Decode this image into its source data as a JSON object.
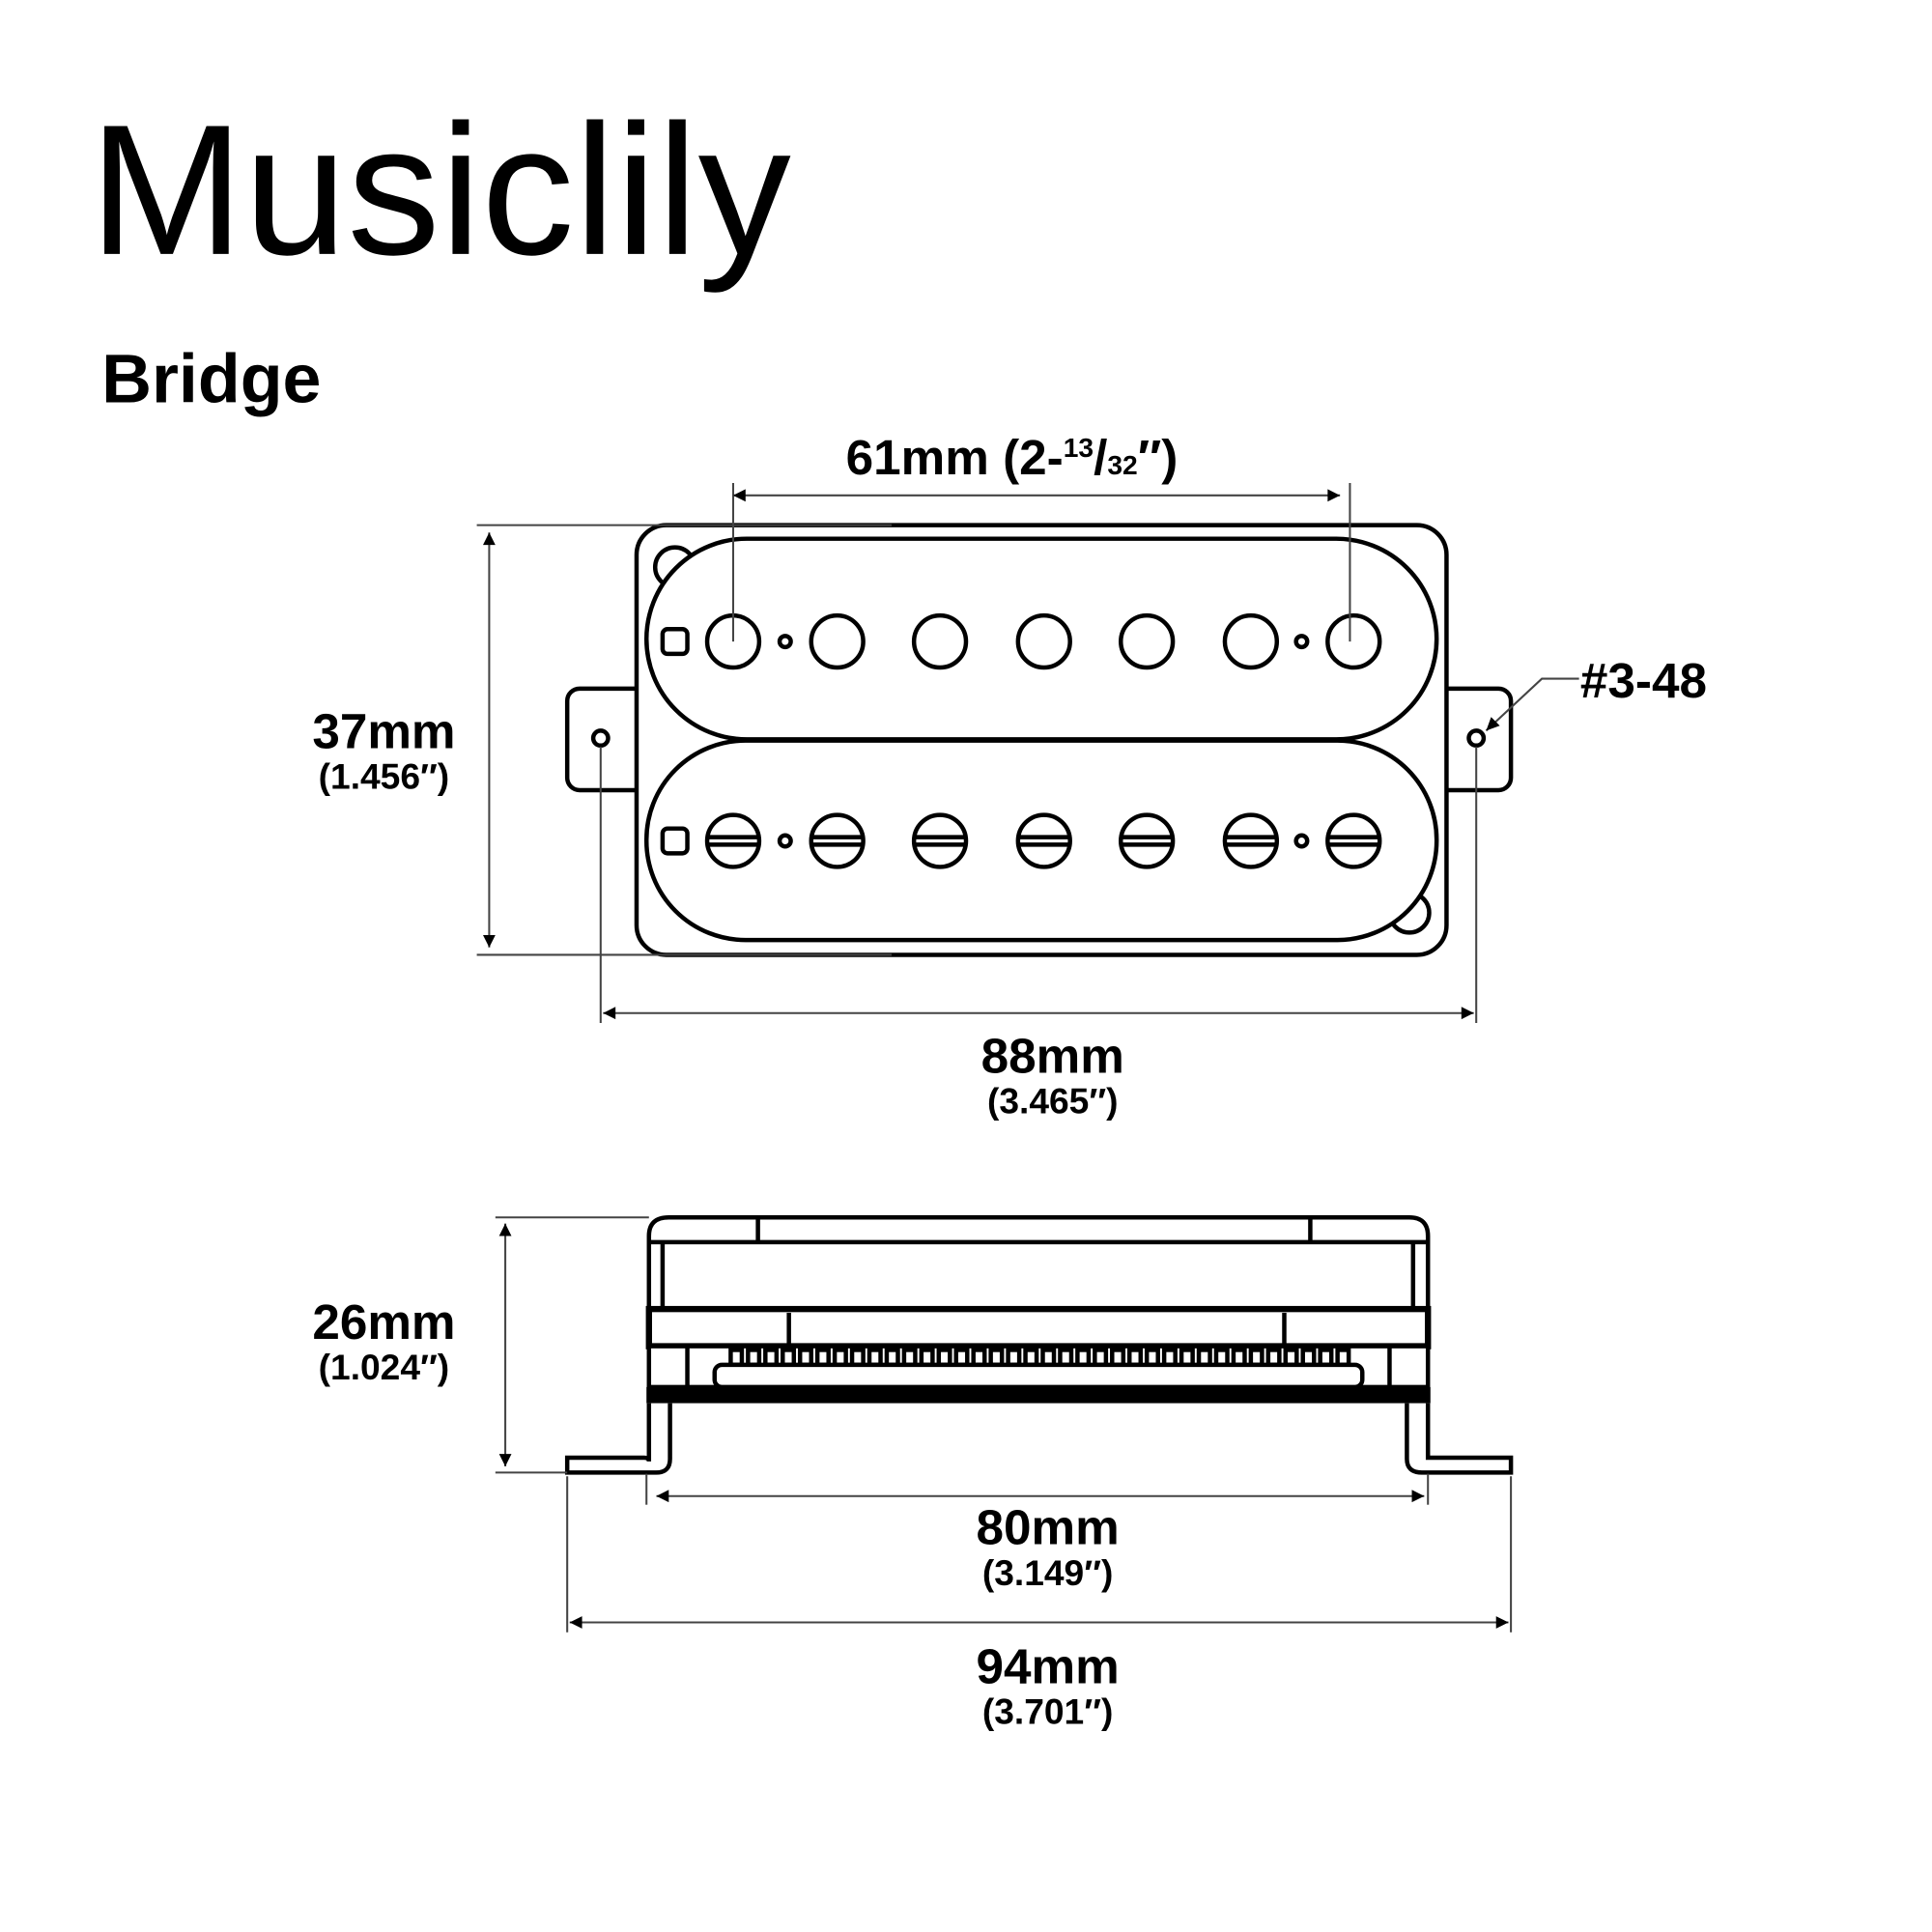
{
  "brand": "Musiclily",
  "subtitle": "Bridge",
  "dimensions": {
    "pole_spacing": {
      "main": "61mm (2-",
      "sup": "13",
      "slash": "/",
      "sub": "32",
      "end": "″)"
    },
    "height_top": {
      "mm": "37mm",
      "inch": "(1.456″)"
    },
    "mount_width": {
      "mm": "88mm",
      "inch": "(3.465″)"
    },
    "screw": "#3-48",
    "side_height": {
      "mm": "26mm",
      "inch": "(1.024″)"
    },
    "body_width": {
      "mm": "80mm",
      "inch": "(3.149″)"
    },
    "total_width": {
      "mm": "94mm",
      "inch": "(3.701″)"
    }
  }
}
